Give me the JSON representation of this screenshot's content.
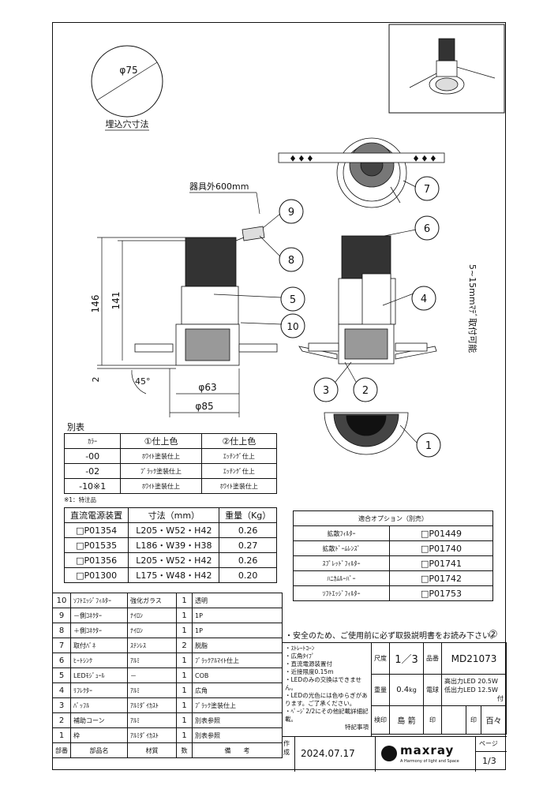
{
  "drawing": {
    "hole_diameter": "φ75",
    "hole_caption": "埋込穴寸法",
    "cable_length": "器具外600mm",
    "height_total": "146",
    "height_body": "141",
    "flange_thickness": "2",
    "angle": "45°",
    "dia_inner": "φ63",
    "dia_outer": "φ85",
    "mount_range": "5~15mmﾏﾃﾞ取付可能",
    "callouts": [
      "1",
      "2",
      "3",
      "4",
      "5",
      "6",
      "7",
      "8",
      "9",
      "10"
    ]
  },
  "color_table": {
    "title": "別表",
    "headers": [
      "ｶﾗｰ",
      "①仕上色",
      "②仕上色"
    ],
    "rows": [
      [
        "-00",
        "ﾎﾜｲﾄ塗装仕上",
        "ｴｯﾁﾝｸﾞ仕上"
      ],
      [
        "-02",
        "ﾌﾞﾗｯｸ塗装仕上",
        "ｴｯﾁﾝｸﾞ仕上"
      ],
      [
        "-10※1",
        "ﾎﾜｲﾄ塗装仕上",
        "ﾎﾜｲﾄ塗装仕上"
      ]
    ],
    "footnote": "※1：特注品"
  },
  "power_table": {
    "headers": [
      "直流電源装置",
      "寸法（mm）",
      "重量（Kg）"
    ],
    "rows": [
      [
        "□P01354",
        "L205・W52・H42",
        "0.26"
      ],
      [
        "□P01535",
        "L186・W39・H38",
        "0.27"
      ],
      [
        "□P01356",
        "L205・W52・H42",
        "0.26"
      ],
      [
        "□P01300",
        "L175・W48・H42",
        "0.20"
      ]
    ]
  },
  "options_table": {
    "title": "適合オプション（別売）",
    "rows": [
      [
        "拡散ﾌｨﾙﾀｰ",
        "□P01449"
      ],
      [
        "拡散ﾄﾞｰﾑﾚﾝｽﾞ",
        "□P01740"
      ],
      [
        "ｽﾌﾟﾚｯﾄﾞﾌｨﾙﾀｰ",
        "□P01741"
      ],
      [
        "ﾊﾆｶﾑﾙｰﾊﾞｰ",
        "□P01742"
      ],
      [
        "ｿﾌﾄｴｯｼﾞﾌｨﾙﾀｰ",
        "□P01753"
      ]
    ]
  },
  "parts": {
    "rows": [
      [
        "10",
        "ｿﾌﾄｴｯｼﾞﾌｨﾙﾀｰ",
        "強化ガラス",
        "1",
        "透明"
      ],
      [
        "9",
        "－側ｺﾈｸﾀｰ",
        "ﾅｲﾛﾝ",
        "1",
        "1P"
      ],
      [
        "8",
        "＋側ｺﾈｸﾀｰ",
        "ﾅｲﾛﾝ",
        "1",
        "1P"
      ],
      [
        "7",
        "取付ﾊﾞﾈ",
        "ｽﾃﾝﾚｽ",
        "2",
        "脱脂"
      ],
      [
        "6",
        "ﾋｰﾄｼﾝｸ",
        "ｱﾙﾐ",
        "1",
        "ﾌﾞﾗｯｸｱﾙﾏｲﾄ仕上"
      ],
      [
        "5",
        "LEDﾓｼﾞｭｰﾙ",
        "－",
        "1",
        "COB"
      ],
      [
        "4",
        "ﾘﾌﾚｸﾀｰ",
        "ｱﾙﾐ",
        "1",
        "広角"
      ],
      [
        "3",
        "ﾊﾞｯﾌﾙ",
        "ｱﾙﾐﾀﾞｲｶｽﾄ",
        "1",
        "ﾌﾞﾗｯｸ塗装仕上"
      ],
      [
        "2",
        "補助コーン",
        "ｱﾙﾐ",
        "1",
        "別表参照"
      ],
      [
        "1",
        "枠",
        "ｱﾙﾐﾀﾞｲｶｽﾄ",
        "1",
        "別表参照"
      ]
    ],
    "footer": [
      "部番",
      "部品名",
      "材質",
      "数",
      "備　　考"
    ]
  },
  "title_block": {
    "circle_mark": "②",
    "warning": "・安全のため、ご使用前に必ず取扱説明書をお読み下さい。",
    "features": [
      "・ｽﾄﾚｰﾄｺｰﾝ",
      "・広角ﾀｲﾌﾟ",
      "・直流電源装置付",
      "・近接限度0.15m",
      "・LEDのみの交換はできません。",
      "・LEDの光色には色ゆらぎがあります。ご了承ください。",
      "・ﾍﾟｰｼﾞ2/2にその他記載詳細記載。"
    ],
    "special": "特記事項",
    "scale_label": "尺度",
    "scale_value": "1／3",
    "number_label": "品番",
    "number_value": "MD21073",
    "weight_label": "重量",
    "weight_value": "0.4",
    "weight_unit": "kg",
    "bulb_label": "電球",
    "bulb_lines": [
      "高出力LED 20.5W",
      "低出力LED 12.5W"
    ],
    "bulb_mark": "付",
    "check_label": "検印",
    "names": [
      "島",
      "箭"
    ],
    "stamp": "印",
    "approver_stamp": "印",
    "approver": "百々",
    "created_label": "作成",
    "created_date": "2024.07.17",
    "brand": "maxray",
    "brand_tagline": "A Harmony of light and Space",
    "page_label": "ページ",
    "page_value": "1/3"
  }
}
